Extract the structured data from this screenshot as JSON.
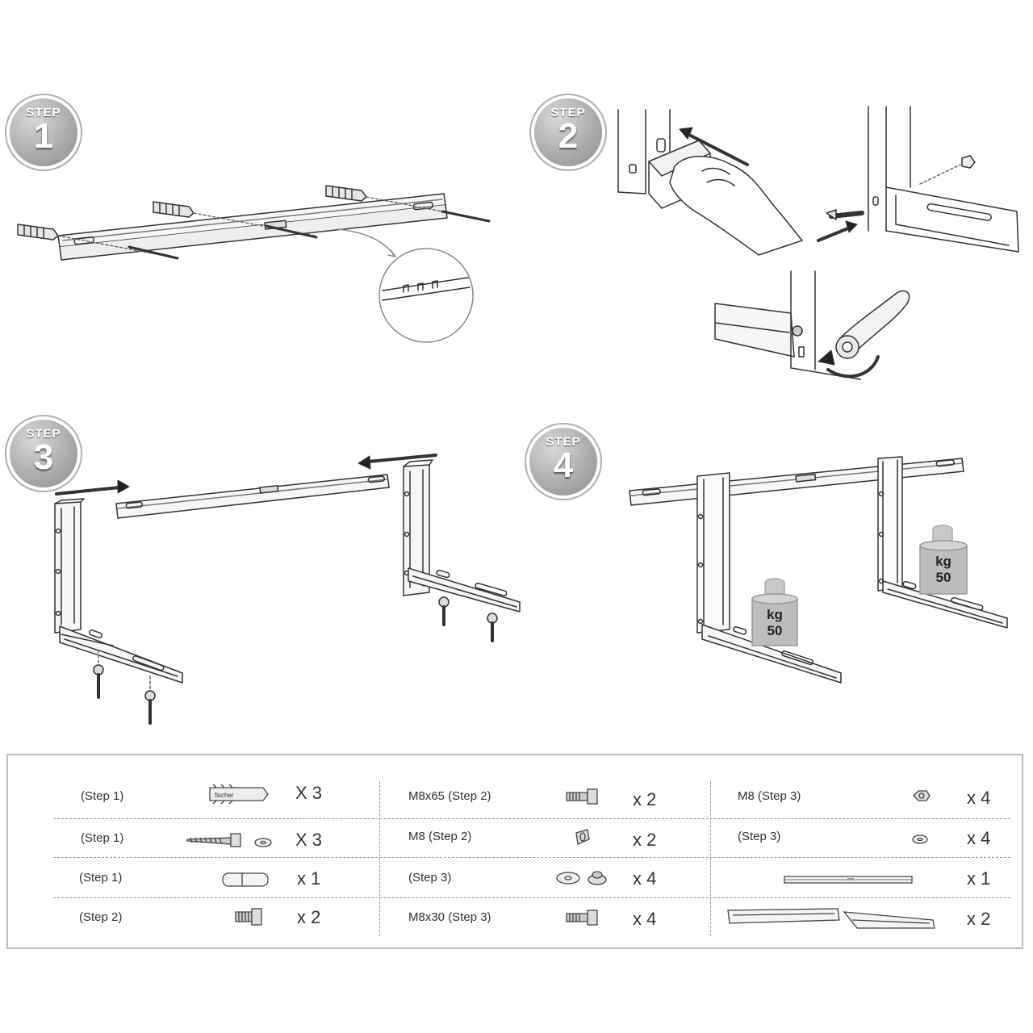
{
  "steps": [
    {
      "label": "STEP",
      "number": "1"
    },
    {
      "label": "STEP",
      "number": "2"
    },
    {
      "label": "STEP",
      "number": "3"
    },
    {
      "label": "STEP",
      "number": "4"
    }
  ],
  "weights": [
    {
      "unit": "kg",
      "value": "50"
    },
    {
      "unit": "kg",
      "value": "50"
    }
  ],
  "dowel_brand": "fischer",
  "parts": {
    "col1": [
      {
        "label": "(Step 1)",
        "qty": "X 3",
        "icon": "wall-plug-icon"
      },
      {
        "label": "(Step 1)",
        "qty": "X 3",
        "icon": "lag-screw-washer-icon"
      },
      {
        "label": "(Step 1)",
        "qty": "x 1",
        "icon": "tube-spacer-icon"
      },
      {
        "label": "(Step 2)",
        "qty": "x 2",
        "icon": "short-hex-bolt-icon"
      }
    ],
    "col2": [
      {
        "label": "M8x65 (Step 2)",
        "qty": "x 2",
        "icon": "hex-bolt-icon"
      },
      {
        "label": "M8 (Step 2)",
        "qty": "x 2",
        "icon": "hex-nut-icon"
      },
      {
        "label": "(Step 3)",
        "qty": "x 4",
        "icon": "washer-grommet-icon"
      },
      {
        "label": "M8x30 (Step 3)",
        "qty": "x 4",
        "icon": "hex-bolt-icon"
      }
    ],
    "col3": [
      {
        "label": "M8 (Step 3)",
        "qty": "x 4",
        "icon": "hex-nut-icon"
      },
      {
        "label": "(Step 3)",
        "qty": "x 4",
        "icon": "flat-washer-icon"
      },
      {
        "label": "",
        "qty": "x 1",
        "icon": "wall-rail-icon"
      },
      {
        "label": "",
        "qty": "x 2",
        "icon": "bracket-arms-icon"
      }
    ]
  }
}
